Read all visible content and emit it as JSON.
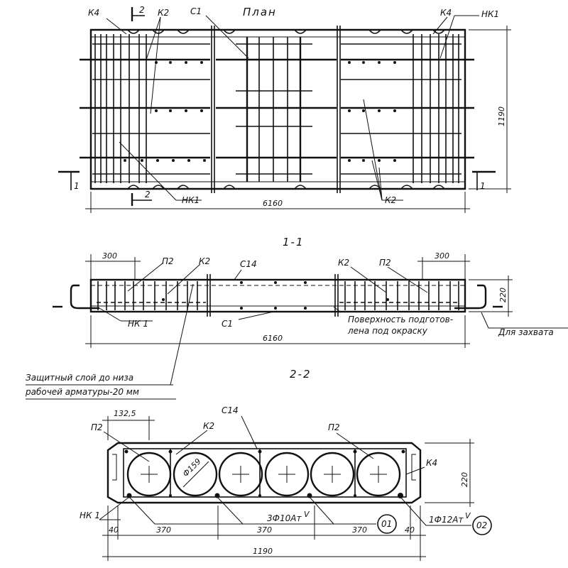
{
  "plan": {
    "title": "План",
    "labels": {
      "k4_left": "К4",
      "cut_2_top": "2",
      "k2_top": "К2",
      "c1": "С1",
      "k4_right": "К4",
      "nk1_right": "НК1",
      "cut_1_left": "1",
      "cut_1_right": "1",
      "cut_2_bottom": "2",
      "nk1_bottom": "НК1",
      "k2_bottom": "К2"
    },
    "dims": {
      "length": "6160",
      "width": "1190"
    }
  },
  "section_1": {
    "title": "1-1",
    "labels": {
      "p2_left": "П2",
      "k2_left": "К2",
      "c14": "С14",
      "k2_right": "К2",
      "p2_right": "П2",
      "nk1": "НК 1",
      "c1": "С1"
    },
    "dims": {
      "left_300": "300",
      "right_300": "300",
      "height": "220",
      "length": "6160"
    },
    "note_surface_line1": "Поверхность подготов-",
    "note_surface_line2": "лена под окраску",
    "note_lifting": "Для захвата",
    "note_cover_line1": "Защитный слой до низа",
    "note_cover_line2": "рабочей арматуры-20 мм"
  },
  "section_2": {
    "title": "2-2",
    "labels": {
      "dim_132_5": "132,5",
      "c14": "С14",
      "p2_left": "П2",
      "k2": "К2",
      "phi": "Ф159",
      "p2_right": "П2",
      "k4": "К4",
      "nk1": "НК 1",
      "rebar_main": "3Ф10Ат",
      "rebar_main_class": "V",
      "pos_01": "01",
      "rebar_edge": "1Ф12Ат",
      "rebar_edge_class": "V",
      "pos_02": "02"
    },
    "dims": {
      "d40_left": "40",
      "d370_1": "370",
      "d370_2": "370",
      "d370_3": "370",
      "d40_right": "40",
      "total": "1190",
      "height": "220"
    }
  }
}
